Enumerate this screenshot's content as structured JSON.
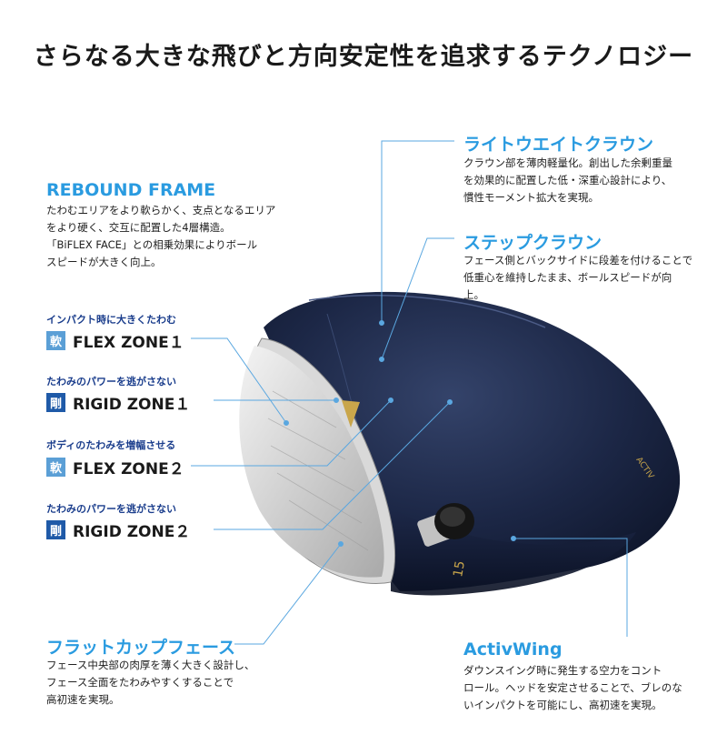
{
  "title": "さらなる大きな飛びと方向安定性を追求するテクノロジー",
  "rebound": {
    "heading": "REBOUND FRAME",
    "body": "たわむエリアをより軟らかく、支点となるエリア\nをより硬く、交互に配置した4層構造。\n「BiFLEX FACE」との相乗効果によりボール\nスピードが大きく向上。"
  },
  "zones": [
    {
      "caption": "インパクト時に大きくたわむ",
      "badge": "軟",
      "name": "FLEX ZONE１"
    },
    {
      "caption": "たわみのパワーを逃がさない",
      "badge": "剛",
      "name": "RIGID ZONE１"
    },
    {
      "caption": "ボディのたわみを増幅させる",
      "badge": "軟",
      "name": "FLEX ZONE２"
    },
    {
      "caption": "たわみのパワーを逃がさない",
      "badge": "剛",
      "name": "RIGID ZONE２"
    }
  ],
  "crown": {
    "heading": "ライトウエイトクラウン",
    "body": "クラウン部を薄肉軽量化。創出した余剰重量\nを効果的に配置した低・深重心設計により、\n慣性モーメント拡大を実現。"
  },
  "step": {
    "heading": "ステップクラウン",
    "body": "フェース側とバックサイドに段差を付けることで\n低重心を維持したまま、ボールスピードが向\n上。"
  },
  "face": {
    "heading": "フラットカップフェース",
    "body": "フェース中央部の肉厚を薄く大きく設計し、\nフェース全面をたわみやすくすることで\n高初速を実現。"
  },
  "activwing": {
    "heading": "ActivWing",
    "body": "ダウンスイング時に発生する空力をコント\nロール。ヘッドを安定させることで、ブレのな\nいインパクトを可能にし、高初速を実現。"
  },
  "colors": {
    "accent": "#2a9be0",
    "navy": "#1a2440",
    "soft_badge": "#5b9fd6",
    "hard_badge": "#1f5aa8"
  }
}
